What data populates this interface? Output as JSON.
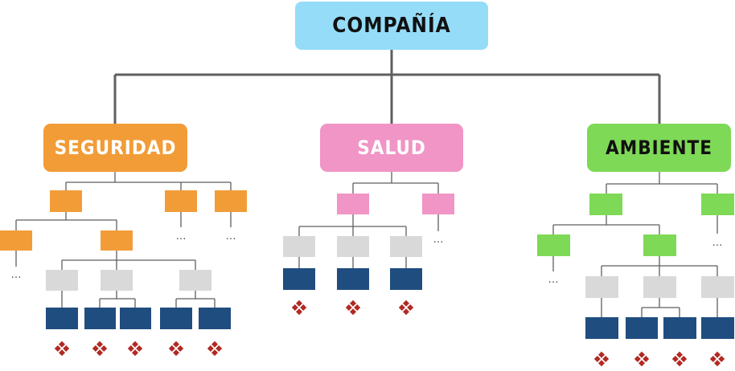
{
  "root": {
    "label": "COMPAÑÍA"
  },
  "categories": [
    {
      "label": "SEGURIDAD",
      "color": "#f29c38",
      "text_color": "#ffffff"
    },
    {
      "label": "SALUD",
      "color": "#f095c5",
      "text_color": "#ffffff"
    },
    {
      "label": "AMBIENTE",
      "color": "#7ed956",
      "text_color": "#111111"
    }
  ],
  "continuation_mark": "…",
  "colors": {
    "connector": "#5f5f5f",
    "sub_node_gray": "#d9d9d9",
    "detail_node_blue": "#204d7f",
    "risk_icon": "#b12a23"
  }
}
